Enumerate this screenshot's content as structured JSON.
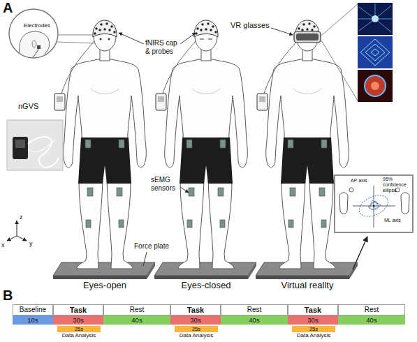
{
  "diagram": {
    "nodes": [
      {
        "text": [
          "Electrodes"
        ]
      },
      {
        "text": [
          "AP axis",
          "95% confidence ellipse",
          "ML axis"
        ]
      },
      {
        "text": [
          "Baseline",
          "10s"
        ]
      },
      {
        "text": [
          "Task",
          "30s"
        ]
      },
      {
        "text": [
          "25s",
          "Data Analysis"
        ]
      },
      {
        "text": [
          "Rest",
          "40s"
        ]
      },
      {
        "text": [
          "Task",
          "30s"
        ]
      },
      {
        "text": [
          "25s",
          "Data Analysis"
        ]
      },
      {
        "text": [
          "Rest",
          "40s"
        ]
      },
      {
        "text": [
          "Task",
          "30s"
        ]
      },
      {
        "text": [
          "25s",
          "Data Analysis"
        ]
      },
      {
        "text": [
          "Rest",
          "40s"
        ]
      }
    ],
    "labels": [
      "A",
      "nGVS",
      "fNIRS cap & probes",
      "VR glasses",
      "sEMG sensors",
      "Force plate",
      "z",
      "x",
      "y",
      "Eyes-open",
      "Eyes-closed",
      "Virtual reality",
      "B"
    ]
  }
}
